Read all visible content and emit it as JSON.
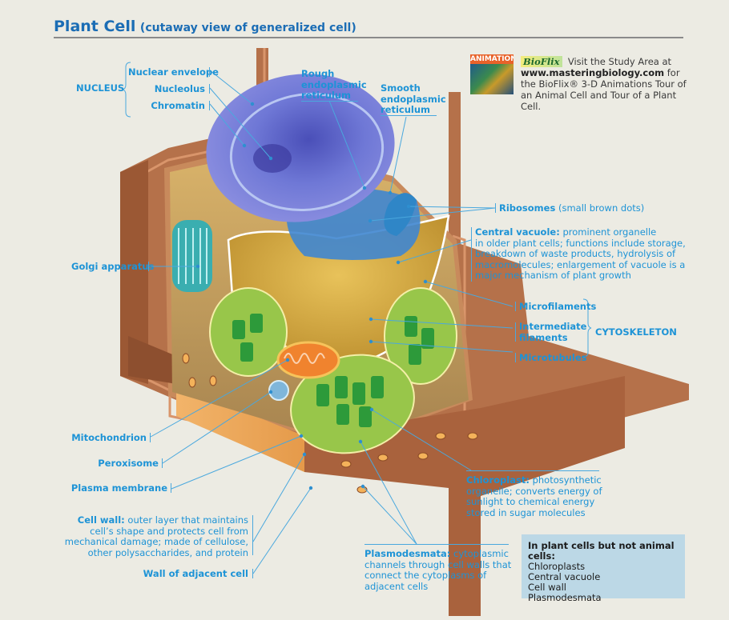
{
  "title": {
    "main": "Plant Cell",
    "sub": "(cutaway view of generalized cell)"
  },
  "animation": {
    "tag": "ANIMATION",
    "brand": "BioFlix",
    "text_before": "Visit the Study Area at",
    "url": "www.masteringbiology.com",
    "text_after": "for the BioFlix® 3-D Animations Tour of an Animal Cell and Tour of a Plant Cell."
  },
  "labels": {
    "nucleus_group": "NUCLEUS",
    "nuclear_envelope": "Nuclear envelope",
    "nucleolus": "Nucleolus",
    "chromatin": "Chromatin",
    "rough_er": [
      "Rough",
      "endoplasmic",
      "reticulum"
    ],
    "smooth_er": [
      "Smooth",
      "endoplasmic",
      "reticulum"
    ],
    "ribosomes": {
      "term": "Ribosomes",
      "desc": "(small brown dots)"
    },
    "central_vacuole": {
      "term": "Central vacuole:",
      "desc": [
        "prominent organelle",
        "in older plant cells; functions include storage,",
        "breakdown of waste products, hydrolysis of",
        "macromolecules; enlargement of vacuole is a",
        "major mechanism of plant growth"
      ]
    },
    "golgi": "Golgi apparatus",
    "microfilaments": "Microfilaments",
    "intermediate_filaments": [
      "Intermediate",
      "filaments"
    ],
    "microtubules": "Microtubules",
    "cytoskeleton_group": "CYTOSKELETON",
    "mitochondrion": "Mitochondrion",
    "peroxisome": "Peroxisome",
    "plasma_membrane": "Plasma membrane",
    "cell_wall": {
      "term": "Cell wall:",
      "desc": [
        "outer layer that maintains",
        "cell’s shape and protects cell from",
        "mechanical damage; made of cellulose,",
        "other polysaccharides, and protein"
      ]
    },
    "wall_adjacent": "Wall of adjacent cell",
    "chloroplast": {
      "term": "Chloroplast:",
      "desc": [
        "photosynthetic",
        "organelle; converts energy of",
        "sunlight to chemical energy",
        "stored in sugar molecules"
      ]
    },
    "plasmodesmata": {
      "term": "Plasmodesmata:",
      "desc": [
        "cytoplasmic",
        "channels through cell walls that",
        "connect the cytoplasms of",
        "adjacent cells"
      ]
    }
  },
  "plant_only_box": {
    "heading": "In plant cells but not animal cells:",
    "items": [
      "Chloroplasts",
      "Central vacuole",
      "Cell wall",
      "Plasmodesmata"
    ]
  }
}
